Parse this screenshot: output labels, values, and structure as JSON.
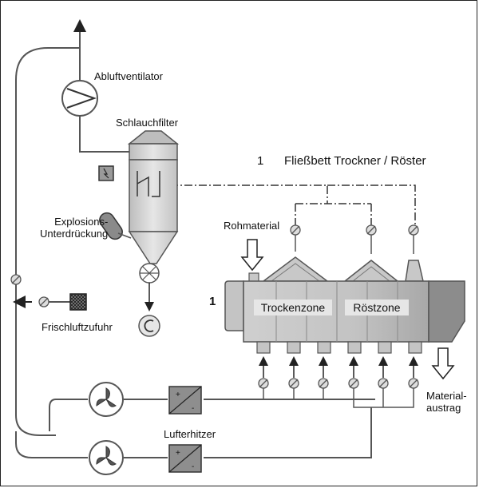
{
  "title": {
    "number": "1",
    "text": "Fließbett Trockner / Röster"
  },
  "labels": {
    "exhaust_fan": "Abluftventilator",
    "bag_filter": "Schlauchfilter",
    "explosion_suppression": "Explosions-\nUnterdrückung",
    "raw_material": "Rohmaterial",
    "fresh_air_supply": "Frischluftzufuhr",
    "dryer_number": "1",
    "drying_zone": "Trockenzone",
    "roasting_zone": "Röstzone",
    "material_discharge": "Material-\naustrag",
    "air_heater": "Lufterhitzer"
  },
  "colors": {
    "line": "#555555",
    "dashed": "#333333",
    "equipment_fill": "#d4d4d4",
    "equipment_dark": "#9a9a9a",
    "zone_label_bg": "#e6e6e6"
  }
}
